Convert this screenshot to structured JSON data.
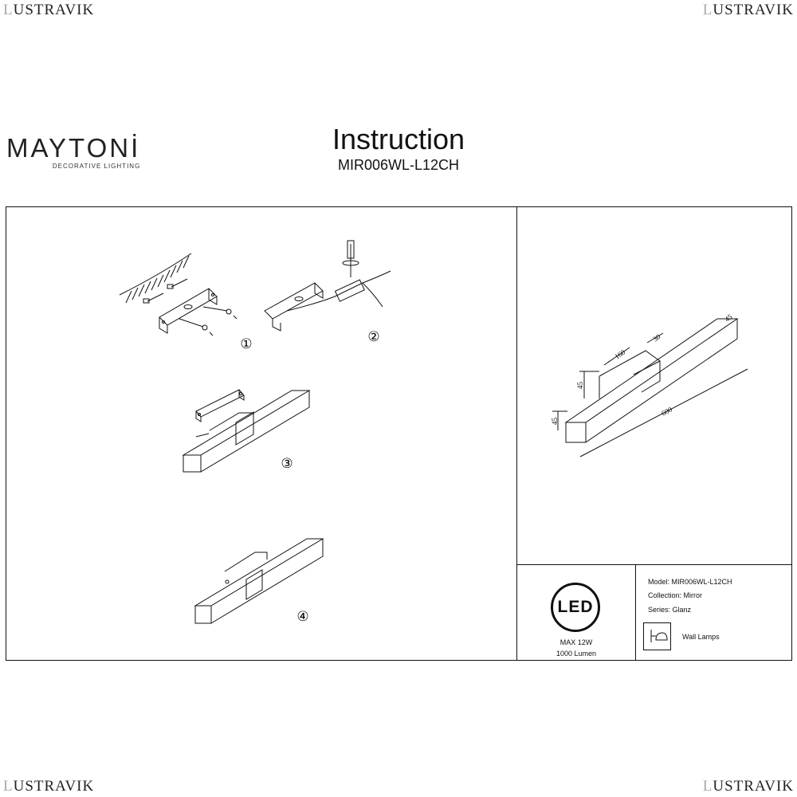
{
  "watermark": {
    "prefix": "L",
    "rest": "USTRAVIK"
  },
  "brand": {
    "name": "MAYTONİ",
    "tagline": "DECORATIVE LIGHTING"
  },
  "header": {
    "title": "Instruction",
    "model": "MIR006WL-L12CH"
  },
  "steps": [
    "①",
    "②",
    "③",
    "④"
  ],
  "dimensions": {
    "width": "45",
    "depth": "30",
    "bracket": "160",
    "height": "45",
    "thickness": "45",
    "length": "600"
  },
  "specs": {
    "led": "LED",
    "power": "MAX 12W",
    "lumen": "1000 Lumen"
  },
  "info": {
    "model": "Model: MIR006WL-L12CH",
    "collection": "Collection: Mirror",
    "series": "Series: Glanz",
    "type": "Wall Lamps",
    "type_icon": "wall-lamp-icon"
  }
}
